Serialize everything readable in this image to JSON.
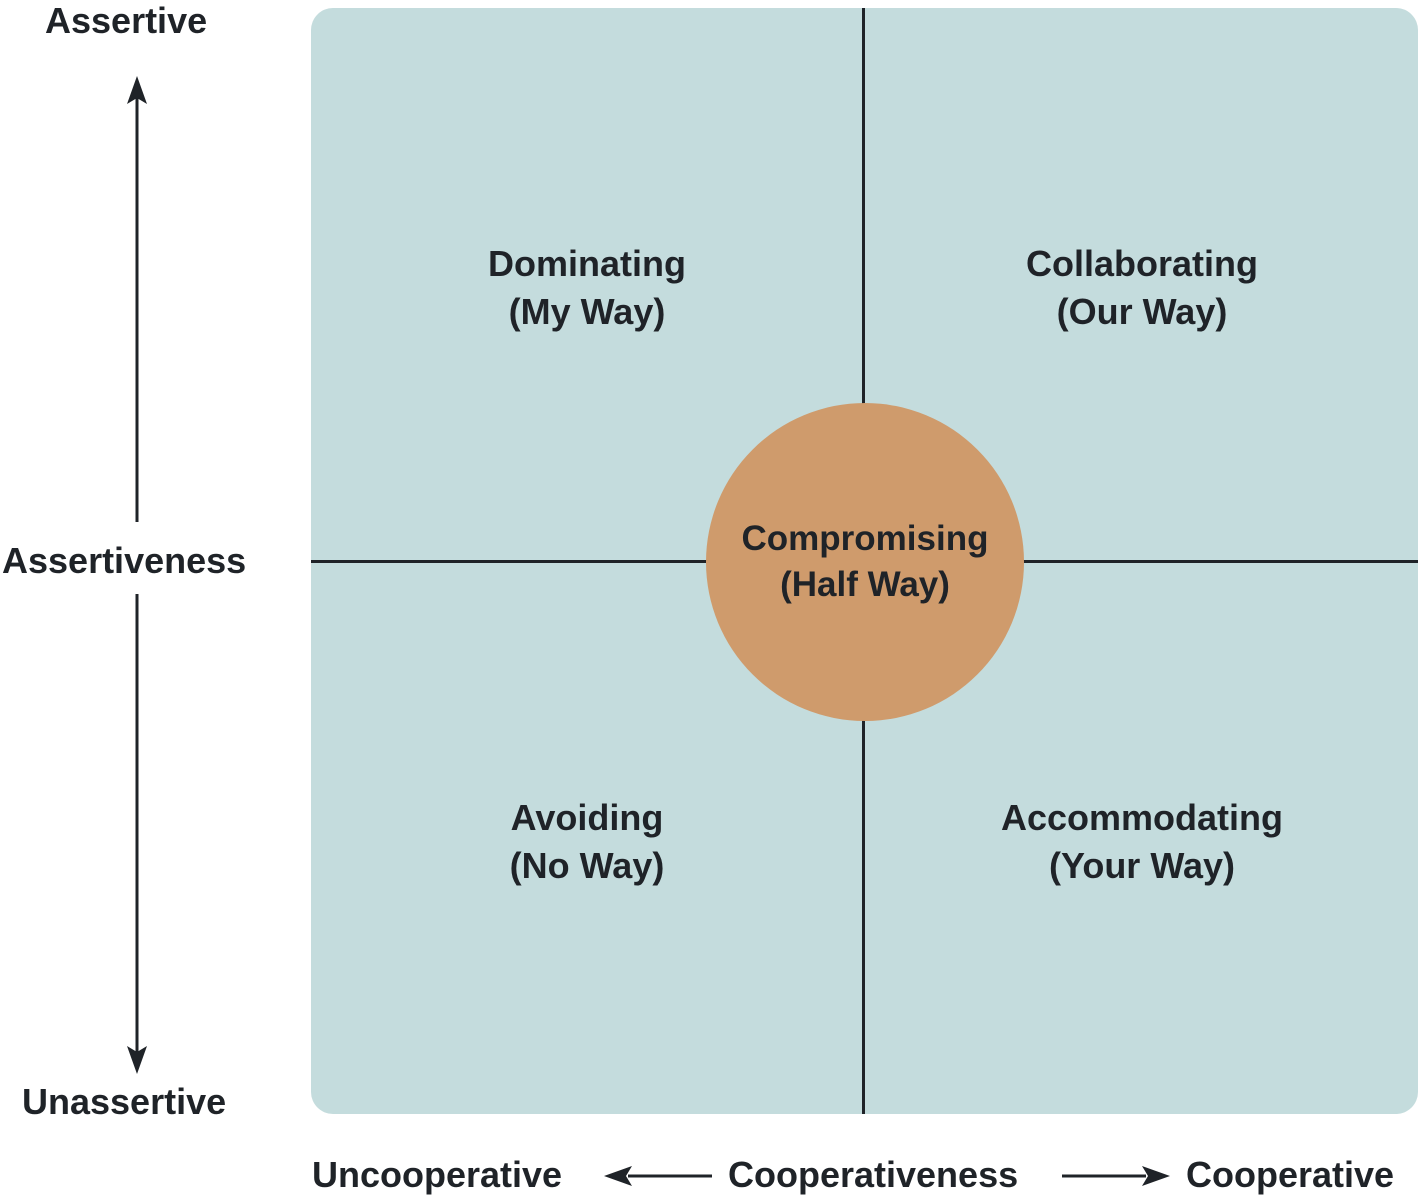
{
  "axes": {
    "vertical": {
      "top_label": "Assertive",
      "middle_label": "Assertiveness",
      "bottom_label": "Unassertive"
    },
    "horizontal": {
      "left_label": "Uncooperative",
      "middle_label": "Cooperativeness",
      "right_label": "Cooperative"
    }
  },
  "quadrants": {
    "top_left": {
      "title": "Dominating",
      "subtitle": "(My Way)"
    },
    "top_right": {
      "title": "Collaborating",
      "subtitle": "(Our Way)"
    },
    "bottom_left": {
      "title": "Avoiding",
      "subtitle": "(No Way)"
    },
    "bottom_right": {
      "title": "Accommodating",
      "subtitle": "(Your Way)"
    }
  },
  "center": {
    "title": "Compromising",
    "subtitle": "(Half Way)"
  },
  "colors": {
    "panel": "#c4dcdd",
    "center_circle": "#cf9b6c",
    "text": "#1f2328"
  }
}
